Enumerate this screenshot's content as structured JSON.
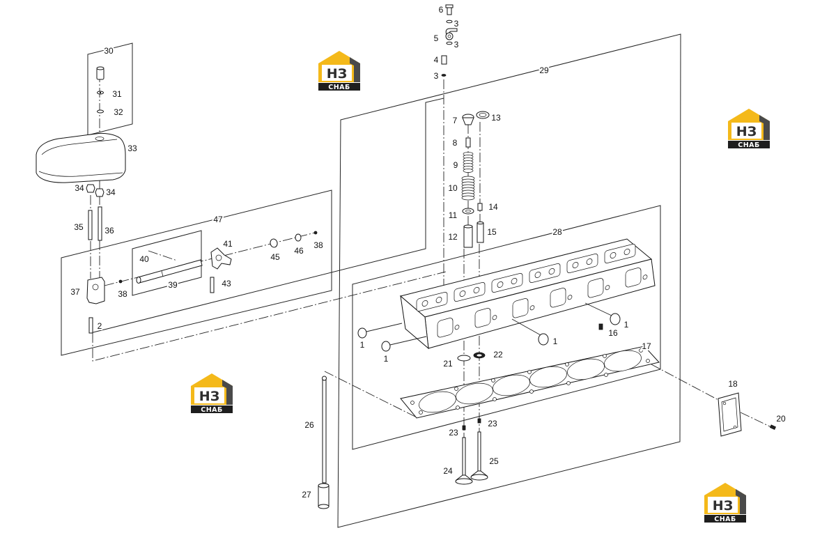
{
  "figure": {
    "callouts": [
      "6",
      "3",
      "5",
      "3",
      "4",
      "3",
      "29",
      "30",
      "31",
      "32",
      "33",
      "34",
      "34",
      "35",
      "36",
      "47",
      "41",
      "45",
      "46",
      "38",
      "40",
      "39",
      "43",
      "37",
      "38",
      "2",
      "7",
      "13",
      "8",
      "9",
      "10",
      "14",
      "11",
      "12",
      "15",
      "28",
      "1",
      "16",
      "1",
      "1",
      "17",
      "1",
      "21",
      "22",
      "18",
      "20",
      "26",
      "23",
      "23",
      "24",
      "25",
      "27"
    ]
  },
  "logo": {
    "mark": "НЗ",
    "name": "СНАБ"
  },
  "colors": {
    "logo_yellow": "#F4B91A",
    "logo_bar": "#1e1e1e",
    "logo_text": "#2e2e2e",
    "ink": "#111111"
  }
}
